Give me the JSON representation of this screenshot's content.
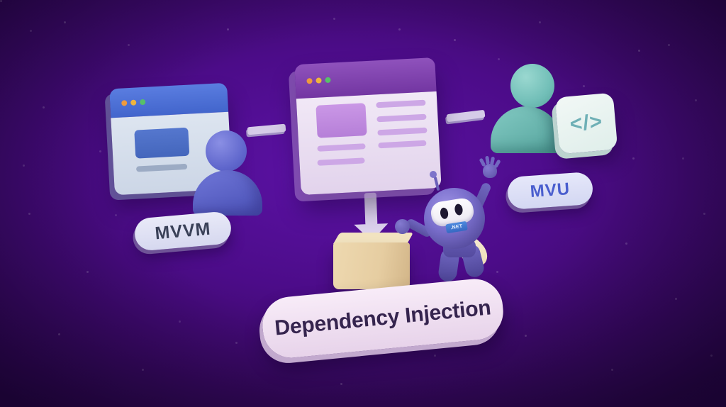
{
  "labels": {
    "mvvm": "MVVM",
    "mvu": "MVU",
    "dependency_injection": "Dependency Injection"
  },
  "bot": {
    "badge_label": ".NET"
  },
  "icons": {
    "code_glyph": "</>",
    "window_dot_colors": [
      "#ef9a3e",
      "#f0b43e",
      "#57c06a"
    ]
  },
  "colors": {
    "background_center": "#5c12a6",
    "background_edge": "#270641",
    "mvvm_window_titlebar": "#4b6fd6",
    "mvvm_window_body": "#d6dfeb",
    "mvvm_content_block": "#4f72c8",
    "main_window_titlebar": "#7e3fae",
    "main_window_body": "#efe5f5",
    "main_content_block": "#c392e2",
    "user_figure_blue": "#666dd0",
    "user_figure_teal": "#74c0ba",
    "code_box": "#e9f3f1",
    "code_glyph": "#6fb0b6",
    "service_box_tan": "#e8d2a6",
    "label_pill_bg": "#dfe2f6",
    "di_pill_bg": "#f2e2f2",
    "mvvm_text": "#3a4158",
    "mvu_text": "#4a5ece",
    "di_text": "#35244e",
    "robot_body": "#6a5fc0",
    "robot_badge": "#3f7fd6"
  }
}
